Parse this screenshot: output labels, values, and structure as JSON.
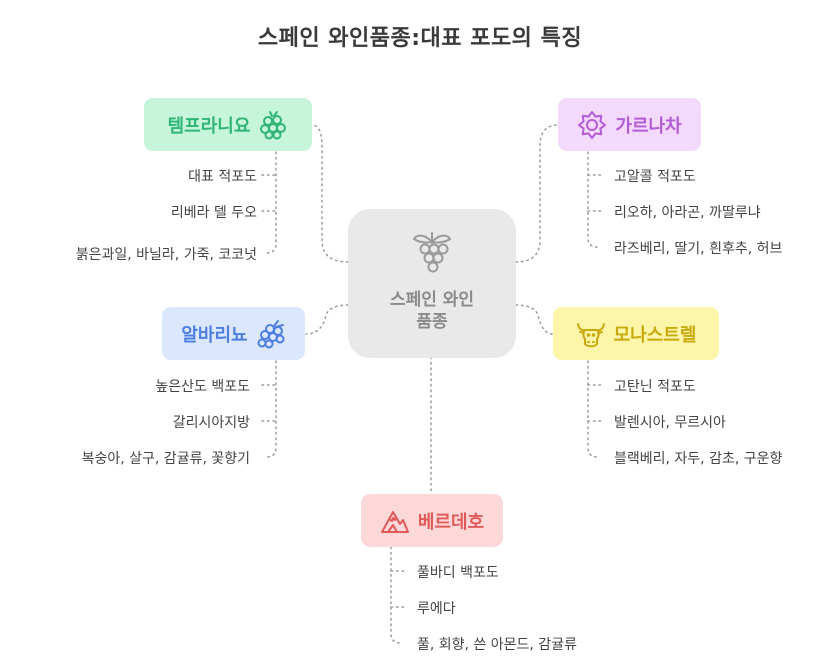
{
  "title": "스페인 와인품종:대표 포도의 특징",
  "center": {
    "line1": "스페인 와인",
    "line2": "품종"
  },
  "colors": {
    "tempranillo_bg": "#c6f5dc",
    "tempranillo_fg": "#2fb574",
    "garnacha_bg": "#f3d9fb",
    "garnacha_fg": "#b45bd6",
    "albarino_bg": "#dbe7fd",
    "albarino_fg": "#4d7fe0",
    "monastrell_bg": "#fdf5a8",
    "monastrell_fg": "#c9a90d",
    "verdejo_bg": "#fdd8d8",
    "verdejo_fg": "#e05a5a",
    "center_bg": "#e9e9e9",
    "connector": "#9a9a9a"
  },
  "nodes": {
    "tempranillo": {
      "label": "템프라니요",
      "icon": "grapes-icon",
      "items": [
        "대표 적포도",
        "리베라 델 두오",
        "붉은과일, 바닐라, 가죽, 코코넛"
      ]
    },
    "garnacha": {
      "label": "가르나차",
      "icon": "sun-icon",
      "items": [
        "고알콜 적포도",
        "리오하, 아라곤, 까딸루냐",
        "라즈베리, 딸기, 흰후추, 허브"
      ]
    },
    "albarino": {
      "label": "알바리뇨",
      "icon": "grapes-icon",
      "items": [
        "높은산도 백포도",
        "갈리시아지방",
        "복숭아, 살구, 감귤류, 꽃향기"
      ]
    },
    "monastrell": {
      "label": "모나스트렐",
      "icon": "bull-icon",
      "items": [
        "고탄닌 적포도",
        "발렌시아, 무르시아",
        "블랙베리, 자두, 감초, 구운향"
      ]
    },
    "verdejo": {
      "label": "베르데호",
      "icon": "mountain-icon",
      "items": [
        "풀바디 백포도",
        "루에다",
        "풀, 회향, 쓴 아몬드, 감귤류"
      ]
    }
  }
}
